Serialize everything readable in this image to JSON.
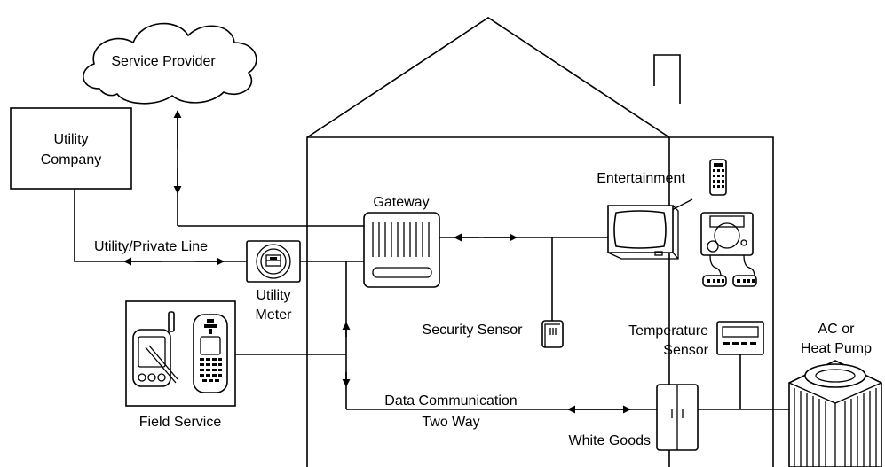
{
  "labels": {
    "service_provider": "Service Provider",
    "utility_company": [
      "Utility",
      "Company"
    ],
    "utility_private_line": "Utility/Private Line",
    "utility_meter": [
      "Utility",
      "Meter"
    ],
    "gateway": "Gateway",
    "entertainment": "Entertainment",
    "security_sensor": "Security Sensor",
    "temperature_sensor": [
      "Temperature",
      "Sensor"
    ],
    "ac_heat_pump": [
      "AC or",
      "Heat Pump"
    ],
    "data_communication": "Data Communication",
    "two_way": "Two Way",
    "white_goods": "White Goods",
    "field_service": "Field Service"
  },
  "colors": {
    "stroke": "#000000",
    "background": "#ffffff"
  }
}
